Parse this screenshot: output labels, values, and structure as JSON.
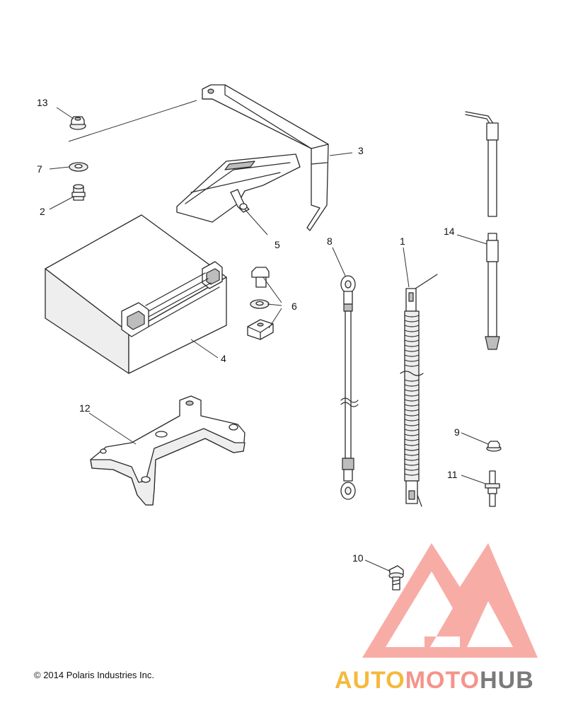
{
  "callouts": {
    "c1": "1",
    "c2": "2",
    "c3": "3",
    "c4": "4",
    "c5": "5",
    "c6": "6",
    "c7": "7",
    "c8": "8",
    "c9": "9",
    "c10": "10",
    "c11": "11",
    "c12": "12",
    "c13": "13",
    "c14": "14"
  },
  "footer": {
    "copyright": "© 2014 Polaris Industries Inc."
  },
  "watermark": {
    "part1": "AUTO",
    "part2": "MOTO",
    "part3": "HUB",
    "colors": {
      "triangle": "#f4948b",
      "auto": "#f5b93b",
      "moto": "#f4948b",
      "hub": "#7a7a7a"
    }
  }
}
